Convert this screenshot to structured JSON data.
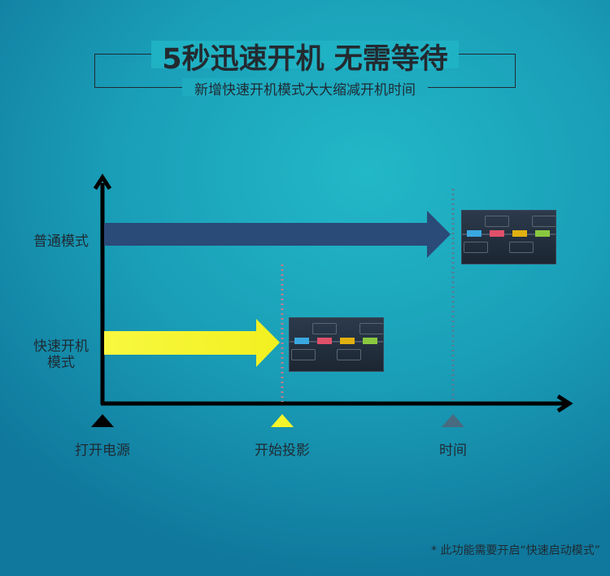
{
  "header": {
    "title": "5秒迅速开机 无需等待",
    "subtitle": "新增快速开机模式大大缩减开机时间"
  },
  "rows": {
    "normal": "普通模式",
    "fast_line1": "快速开机",
    "fast_line2": "模式"
  },
  "axis": {
    "start": "打开电源",
    "projection": "开始投影",
    "time": "时间"
  },
  "colors": {
    "normal_arrow": "#2a4a78",
    "fast_arrow": "#f5f52a",
    "start_marker": "#000000",
    "projection_marker": "#f5f52a",
    "time_marker": "#4a6a80"
  },
  "footnote": "* 此功能需要开启“快速启动模式”"
}
